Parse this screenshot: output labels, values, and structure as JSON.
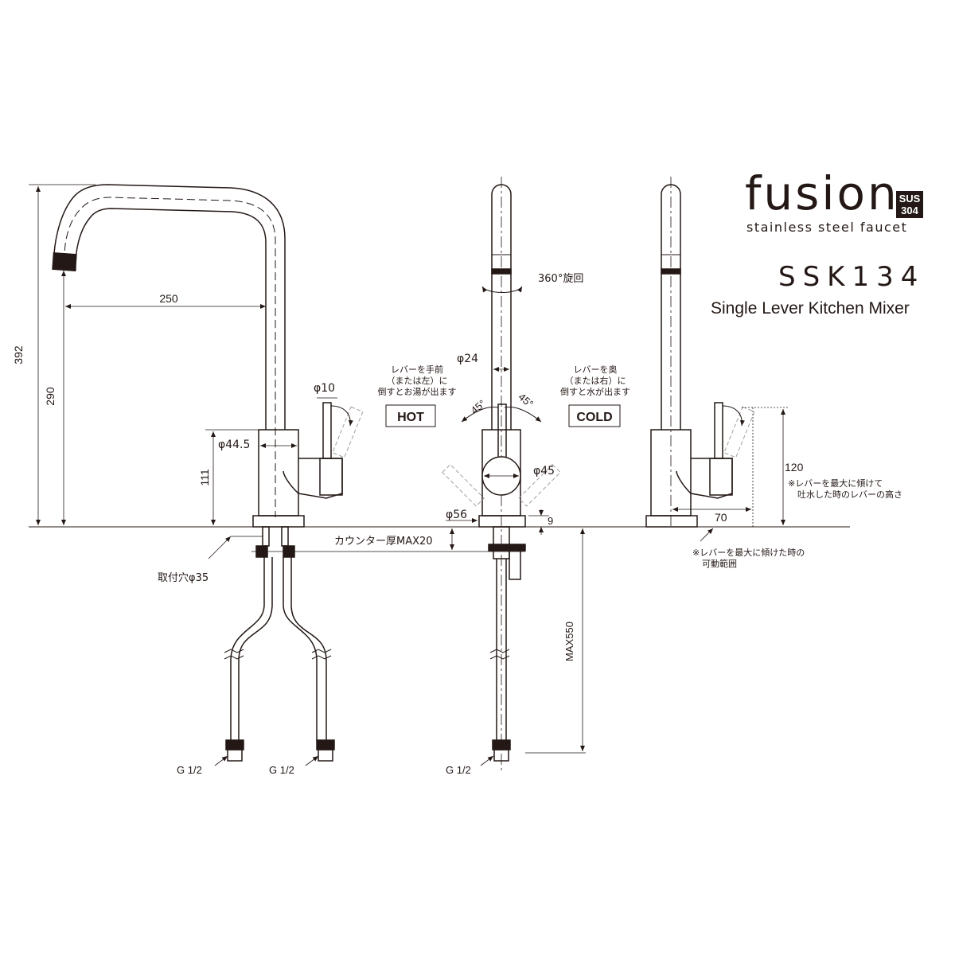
{
  "brand": {
    "name": "fusion",
    "badge_line1": "SUS",
    "badge_line2": "304",
    "tagline": "stainless steel faucet"
  },
  "model": {
    "code": "SSK134",
    "description": "Single Lever Kitchen Mixer"
  },
  "dimensions": {
    "overall_height": "392",
    "spout_height": "290",
    "spout_reach": "250",
    "body_height": "111",
    "body_diameter": "φ44.5",
    "lever_diameter": "φ10",
    "spout_diameter": "φ24",
    "rotation": "360°旋回",
    "base_diameter": "φ56",
    "body_diameter_front": "φ45",
    "base_height": "9",
    "counter_thickness": "カウンター厚MAX20",
    "mount_hole": "取付穴φ35",
    "hose_length": "MAX550",
    "lever_angle_left": "45°",
    "lever_angle_right": "45°",
    "lever_max_height": "120",
    "lever_max_reach": "70"
  },
  "connections": [
    "G 1/2",
    "G 1/2",
    "G 1/2"
  ],
  "notes": {
    "hot_line1": "レバーを手前",
    "hot_line2": "（または左）に",
    "hot_line3": "倒すとお湯が出ます",
    "hot_label": "HOT",
    "cold_line1": "レバーを奥",
    "cold_line2": "（または右）に",
    "cold_line3": "倒すと水が出ます",
    "cold_label": "COLD",
    "lever_height_line1": "※レバーを最大に傾けて",
    "lever_height_line2": "吐水した時のレバーの高さ",
    "lever_range_line1": "※レバーを最大に傾けた時の",
    "lever_range_line2": "可動範囲"
  },
  "colors": {
    "ink": "#231815",
    "ghost": "#9fa0a0"
  }
}
